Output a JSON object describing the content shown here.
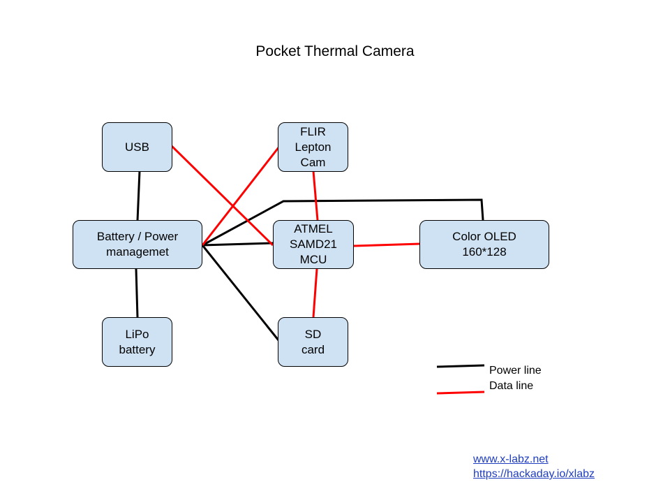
{
  "title": "Pocket Thermal Camera",
  "nodes": {
    "usb": "USB",
    "battery_mgmt": "Battery / Power\nmanagemet",
    "lipo": "LiPo\nbattery",
    "flir": "FLIR\nLepton\nCam",
    "mcu": "ATMEL\nSAMD21\nMCU",
    "sd": "SD\ncard",
    "oled": "Color OLED\n160*128"
  },
  "legend": {
    "power": {
      "label": "Power line",
      "color": "#000000"
    },
    "data": {
      "label": "Data line",
      "color": "#ff0000"
    }
  },
  "links": {
    "site": "www.x-labz.net",
    "hackaday": "https://hackaday.io/xlabz"
  },
  "colors": {
    "node_fill": "#cfe2f3",
    "node_border": "#000000",
    "power_line": "#000000",
    "data_line": "#ff0000",
    "link_text": "#1f3dbf"
  }
}
